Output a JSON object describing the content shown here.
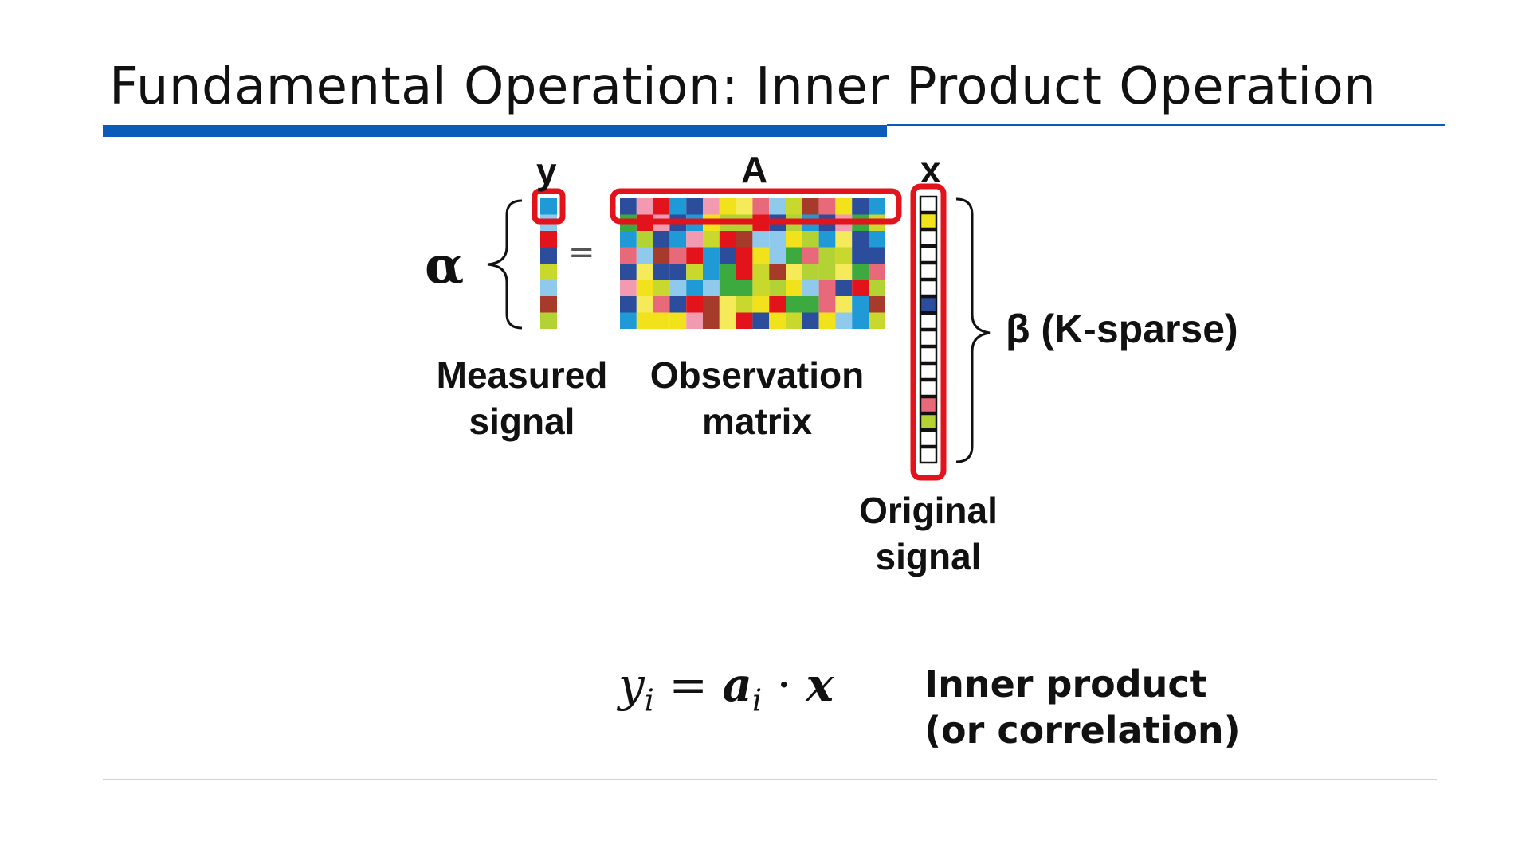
{
  "slide": {
    "title": "Fundamental Operation: Inner Product Operation"
  },
  "diagram": {
    "y_label": "y",
    "a_label": "A",
    "x_label": "x",
    "alpha": "α",
    "beta_label": "β (K-sparse)",
    "equals": "=",
    "measured_signal": "Measured\nsignal",
    "observation_matrix": "Observation\nmatrix",
    "original_signal": "Original\nsignal",
    "highlight_color": "#e3131b",
    "palette": [
      "#f2e21b",
      "#e3131b",
      "#1f9ad6",
      "#c8d82c",
      "#8fc9ec",
      "#2b4d9c",
      "#f29bb0",
      "#e86a7a",
      "#3daa3f",
      "#a63a2b",
      "#f4ea5a",
      "#b3d334"
    ]
  },
  "equation": {
    "y": "y",
    "sub_i": "i",
    "eq": " = ",
    "a": "a",
    "dot": " · ",
    "x": "x"
  },
  "note": {
    "text": "Inner product\n(or correlation)"
  }
}
